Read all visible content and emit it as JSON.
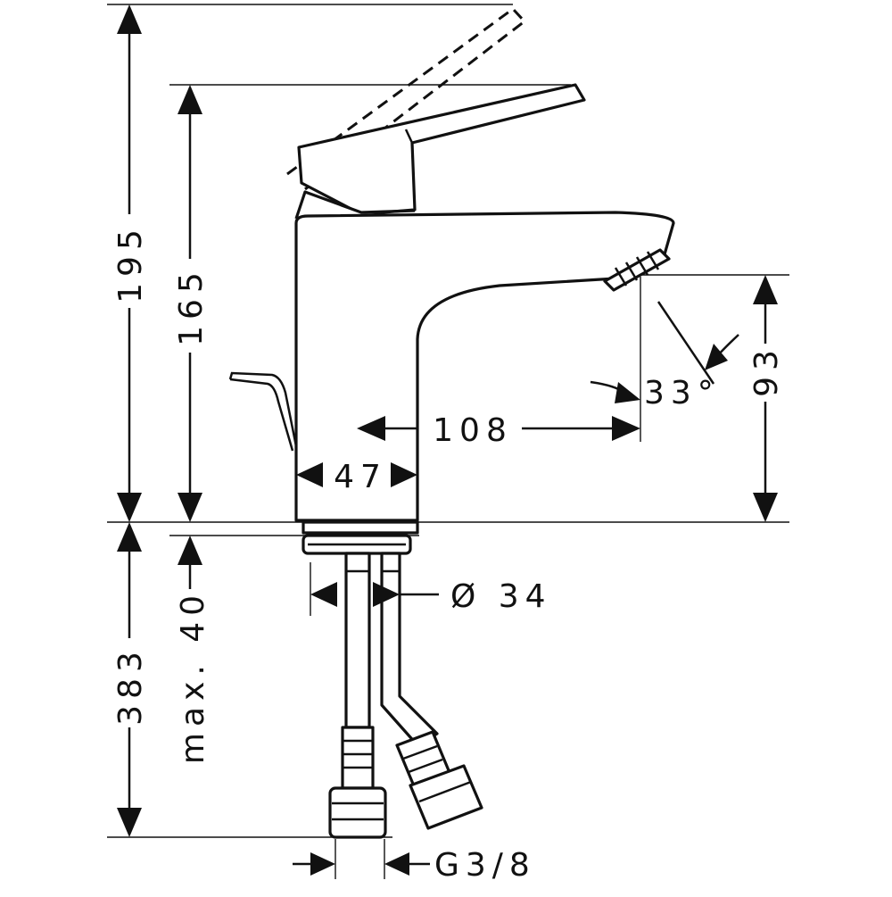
{
  "dimensions": {
    "overall_height": "195",
    "lever_height": "165",
    "outlet_height": "93",
    "spout_reach": "108",
    "body_width": "47",
    "spray_angle": "33°",
    "hole_diameter": "Ø 34",
    "hose_length": "383",
    "max_thickness": "max. 40",
    "connection_thread": "G3/8"
  },
  "colors": {
    "line": "#111111",
    "background": "#ffffff"
  }
}
